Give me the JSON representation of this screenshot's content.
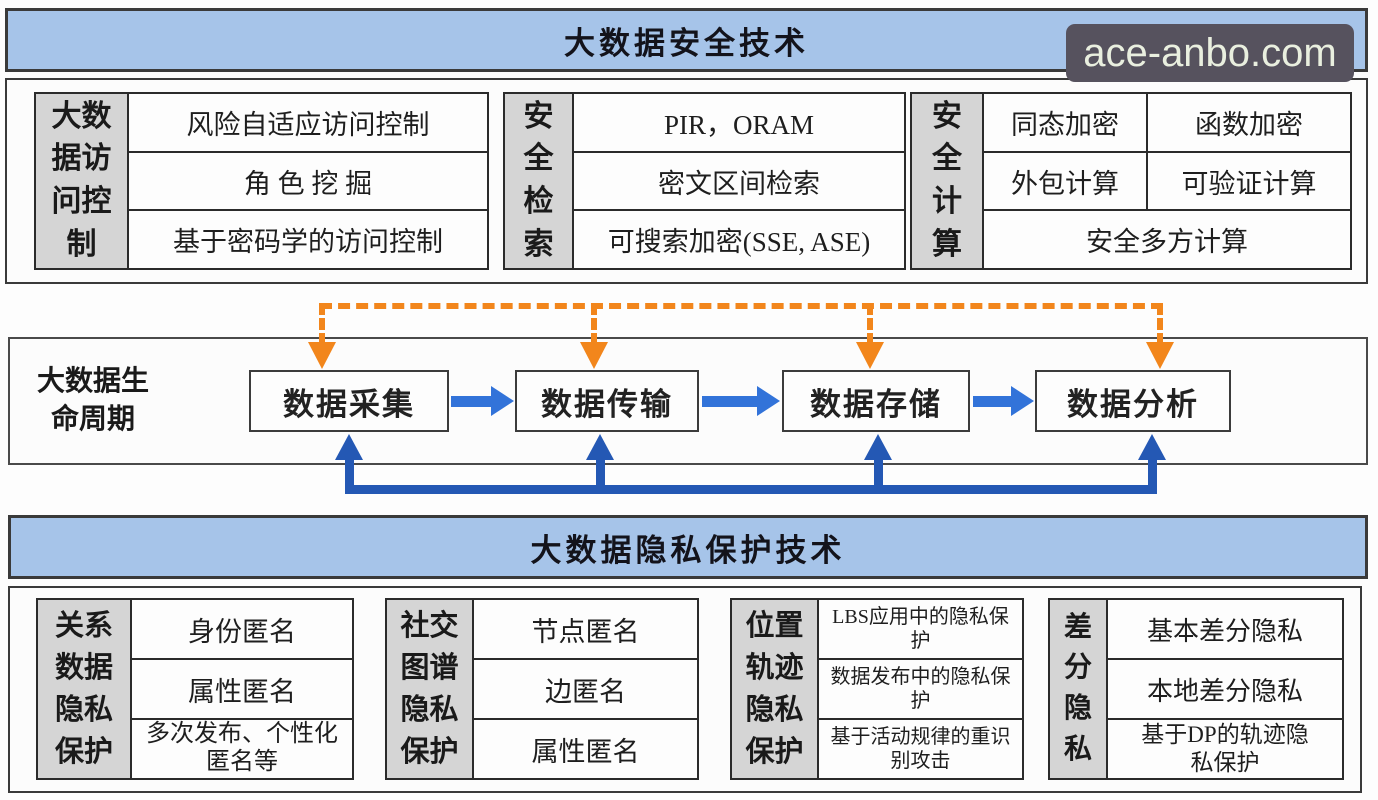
{
  "watermark": {
    "text": "ace-anbo.com"
  },
  "colors": {
    "header_bg": "#a6c4e9",
    "label_bg": "#d5d5d5",
    "panel_bg": "#fcfcfc",
    "border_dark": "#3a3a3a",
    "orange_link": "#f2861c",
    "flow_blue": "#3273d9",
    "feedback_blue": "#2458b4",
    "watermark_bg": "#56525e",
    "watermark_text": "#e9efdf"
  },
  "top": {
    "title": "大数据安全技术",
    "groups": [
      {
        "label": "大数据访问控制",
        "items": [
          "风险自适应访问控制",
          "角 色 挖 掘",
          "基于密码学的访问控制"
        ]
      },
      {
        "label": "安全检索",
        "items": [
          "PIR，ORAM",
          "密文区间检索",
          "可搜索加密(SSE, ASE)"
        ]
      },
      {
        "label": "安全计算",
        "items": [
          "同态加密",
          "函数加密",
          "外包计算",
          "可验证计算",
          "安全多方计算"
        ]
      }
    ]
  },
  "lifecycle": {
    "label": "大数据生命周期",
    "stages": [
      "数据采集",
      "数据传输",
      "数据存储",
      "数据分析"
    ]
  },
  "bottom": {
    "title": "大数据隐私保护技术",
    "groups": [
      {
        "label": "关系数据隐私保护",
        "items": [
          "身份匿名",
          "属性匿名",
          "多次发布、个性化匿名等"
        ]
      },
      {
        "label": "社交图谱隐私保护",
        "items": [
          "节点匿名",
          "边匿名",
          "属性匿名"
        ]
      },
      {
        "label": "位置轨迹隐私保护",
        "items": [
          "LBS应用中的隐私保护",
          "数据发布中的隐私保护",
          "基于活动规律的重识别攻击"
        ]
      },
      {
        "label": "差分隐私",
        "items": [
          "基本差分隐私",
          "本地差分隐私",
          "基于DP的轨迹隐私保护"
        ]
      }
    ]
  }
}
